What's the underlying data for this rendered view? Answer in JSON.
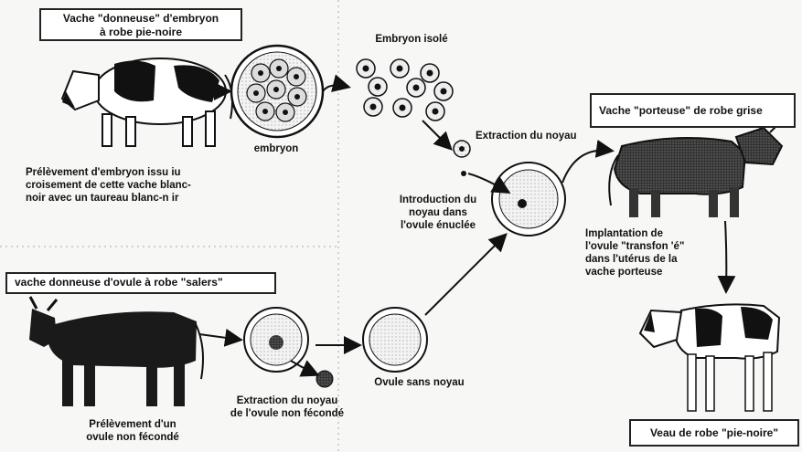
{
  "boxes": {
    "embryo_donor": "Vache \"donneuse\" d'embryon\nà robe pie-noire",
    "surrogate": "Vache \"porteuse\" de robe grise",
    "ovum_donor": "vache donneuse d'ovule à robe \"salers\"",
    "calf": "Veau de robe \"pie-noire\""
  },
  "labels": {
    "embryon": "embryon",
    "isolated_embryo": "Embryon isolé",
    "nucleus_extraction": "Extraction du noyau",
    "embryo_sampling": "Prélèvement d'embryon issu iu\ncroisement de cette vache blanc-\nnoir avec un taureau blanc-n ir",
    "introduction": "Introduction du\nnoyau dans\nl'ovule énuclée",
    "implantation": "Implantation de\nl'ovule \"transfon 'é\"\ndans l'utérus de la\nvache porteuse",
    "ovum_nucleus_extraction": "Extraction du noyau\nde l'ovule non fécondé",
    "ovum_sampling": "Prélèvement d'un\novule non fécondé",
    "ovum_no_nucleus": "Ovule sans noyau"
  }
}
